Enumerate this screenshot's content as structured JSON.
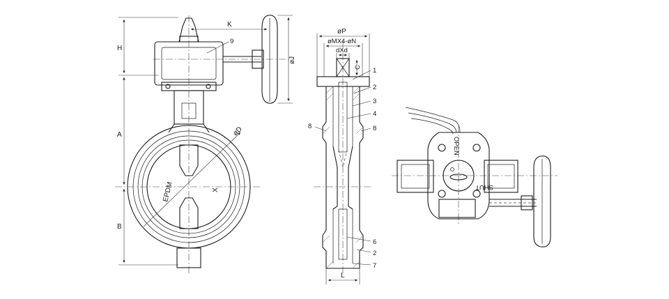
{
  "front_view": {
    "dims": {
      "K": "K",
      "H": "H",
      "A": "A",
      "B": "B",
      "J": "øJ",
      "D": "øD",
      "X": "X"
    },
    "liner_text": "EPDM",
    "callout": "9"
  },
  "section_view": {
    "dims": {
      "P": "øP",
      "MN": "øMX4-øN",
      "dXd": "dXd",
      "C": "C",
      "L": "L"
    },
    "callouts": [
      "1",
      "2",
      "3",
      "4",
      "8",
      "8",
      "6",
      "2",
      "7"
    ]
  },
  "top_view": {
    "open_label": "OPEN",
    "shut_label": "SHUT"
  }
}
